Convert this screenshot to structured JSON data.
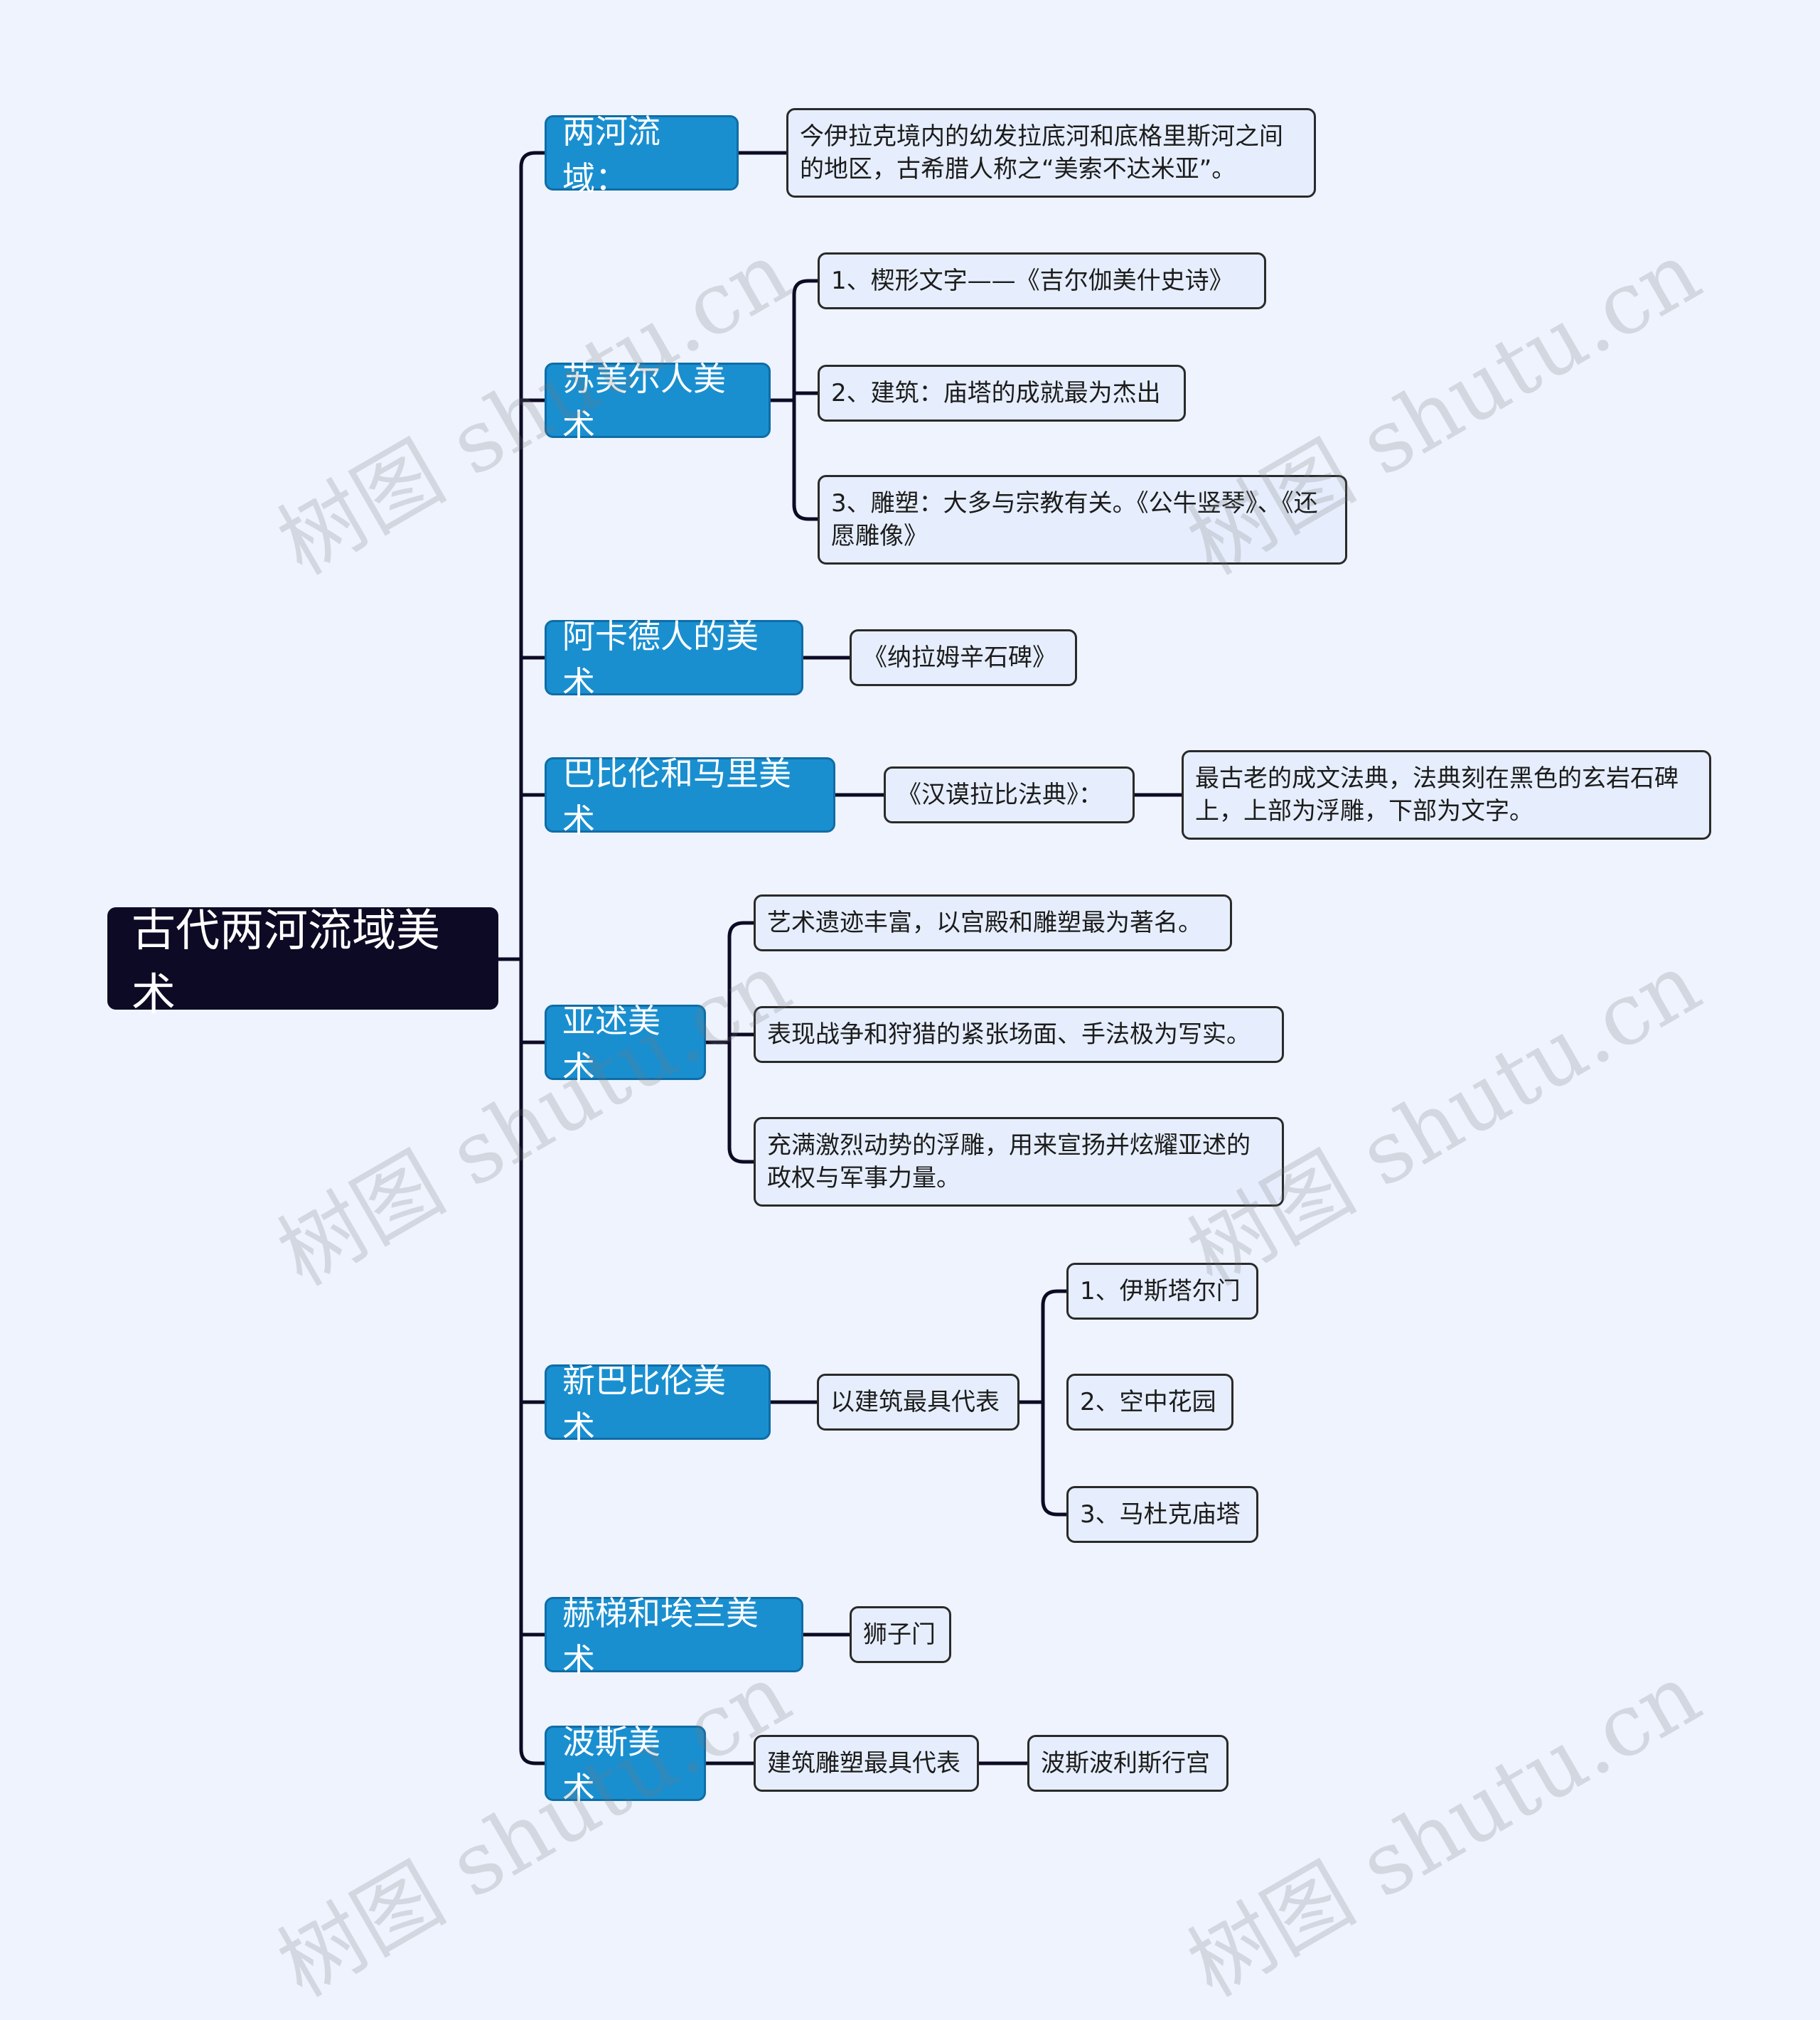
{
  "root": "古代两河流域美术",
  "branches": {
    "b1": "两河流域：",
    "b2": "苏美尔人美术",
    "b3": "阿卡德人的美术",
    "b4": "巴比伦和马里美术",
    "b5": "亚述美术",
    "b6": "新巴比伦美术",
    "b7": "赫梯和埃兰美术",
    "b8": "波斯美术"
  },
  "leaves": {
    "b1_desc": "今伊拉克境内的幼发拉底河和底格里斯河之间的地区，古希腊人称之“美索不达米亚”。",
    "b2_l1": "1、楔形文字——《吉尔伽美什史诗》",
    "b2_l2": "2、建筑：庙塔的成就最为杰出",
    "b2_l3": "3、雕塑：大多与宗教有关。《公牛竖琴》、《还愿雕像》",
    "b3_l1": "《纳拉姆辛石碑》",
    "b4_l1": "《汉谟拉比法典》：",
    "b4_l2": "最古老的成文法典，法典刻在黑色的玄岩石碑上，上部为浮雕，下部为文字。",
    "b5_l1": "艺术遗迹丰富，以宫殿和雕塑最为著名。",
    "b5_l2": "表现战争和狩猎的紧张场面、手法极为写实。",
    "b5_l3": "充满激烈动势的浮雕，用来宣扬并炫耀亚述的政权与军事力量。",
    "b6_l1": "以建筑最具代表",
    "b6_l2a": "1、伊斯塔尔门",
    "b6_l2b": "2、空中花园",
    "b6_l2c": "3、马杜克庙塔",
    "b7_l1": "狮子门",
    "b8_l1": "建筑雕塑最具代表",
    "b8_l2": "波斯波利斯行宫"
  },
  "watermark": "树图 shutu.cn",
  "colors": {
    "root": "#0d0a25",
    "branch": "#1a8fd0",
    "leaf": "#e6eefd",
    "line": "#0d0a25",
    "background": "#eef3fd"
  }
}
